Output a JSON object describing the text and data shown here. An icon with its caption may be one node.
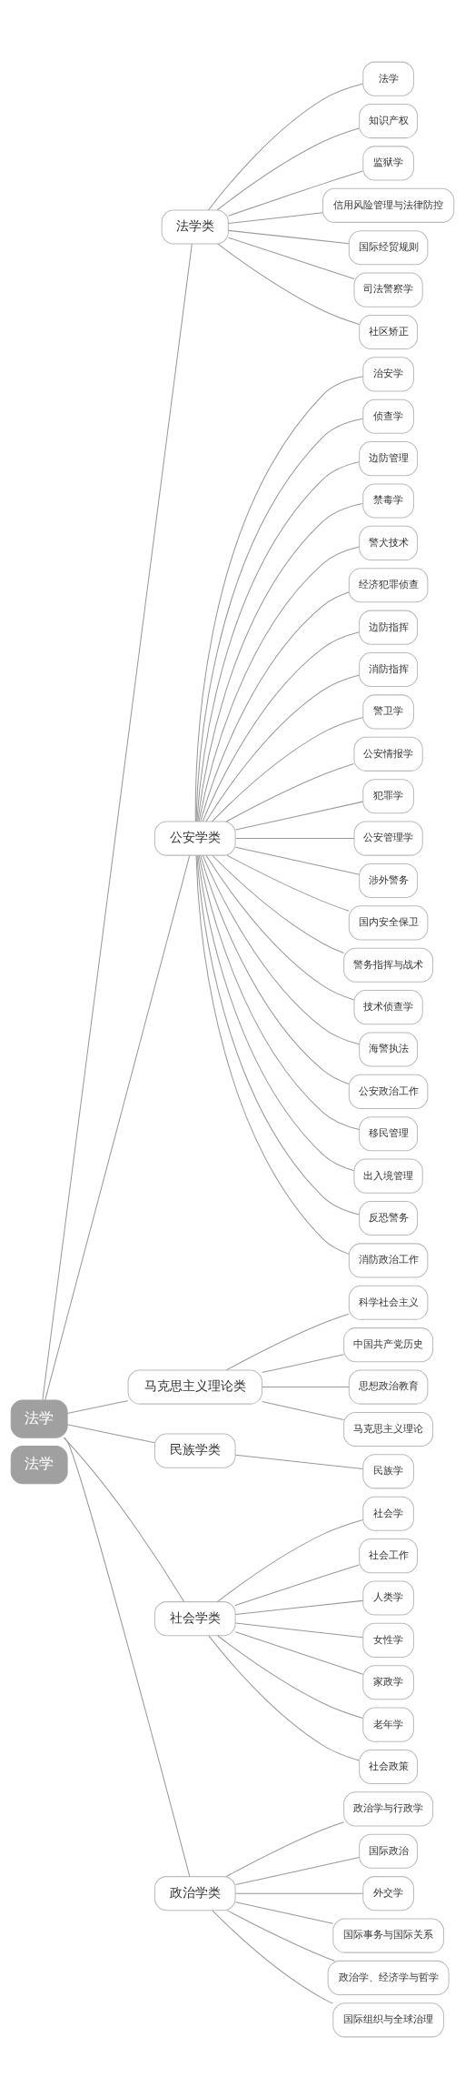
{
  "diagram": {
    "nodes": [
      {
        "text": [
          "法学"
        ]
      },
      {
        "text": [
          "法学"
        ]
      },
      {
        "text": [
          "法学类"
        ]
      },
      {
        "text": [
          "法学"
        ]
      },
      {
        "text": [
          "知识产权"
        ]
      },
      {
        "text": [
          "监狱学"
        ]
      },
      {
        "text": [
          "信用风险管理与法律防控"
        ]
      },
      {
        "text": [
          "国际经贸规则"
        ]
      },
      {
        "text": [
          "司法警察学"
        ]
      },
      {
        "text": [
          "社区矫正"
        ]
      },
      {
        "text": [
          "公安学类"
        ]
      },
      {
        "text": [
          "治安学"
        ]
      },
      {
        "text": [
          "侦查学"
        ]
      },
      {
        "text": [
          "边防管理"
        ]
      },
      {
        "text": [
          "禁毒学"
        ]
      },
      {
        "text": [
          "警犬技术"
        ]
      },
      {
        "text": [
          "经济犯罪侦查"
        ]
      },
      {
        "text": [
          "边防指挥"
        ]
      },
      {
        "text": [
          "消防指挥"
        ]
      },
      {
        "text": [
          "警卫学"
        ]
      },
      {
        "text": [
          "公安情报学"
        ]
      },
      {
        "text": [
          "犯罪学"
        ]
      },
      {
        "text": [
          "公安管理学"
        ]
      },
      {
        "text": [
          "涉外警务"
        ]
      },
      {
        "text": [
          "国内安全保卫"
        ]
      },
      {
        "text": [
          "警务指挥与战术"
        ]
      },
      {
        "text": [
          "技术侦查学"
        ]
      },
      {
        "text": [
          "海警执法"
        ]
      },
      {
        "text": [
          "公安政治工作"
        ]
      },
      {
        "text": [
          "移民管理"
        ]
      },
      {
        "text": [
          "出入境管理"
        ]
      },
      {
        "text": [
          "反恐警务"
        ]
      },
      {
        "text": [
          "消防政治工作"
        ]
      },
      {
        "text": [
          "马克思主义理论类"
        ]
      },
      {
        "text": [
          "科学社会主义"
        ]
      },
      {
        "text": [
          "中国共产党历史"
        ]
      },
      {
        "text": [
          "思想政治教育"
        ]
      },
      {
        "text": [
          "马克思主义理论"
        ]
      },
      {
        "text": [
          "民族学类"
        ]
      },
      {
        "text": [
          "民族学"
        ]
      },
      {
        "text": [
          "社会学类"
        ]
      },
      {
        "text": [
          "社会学"
        ]
      },
      {
        "text": [
          "社会工作"
        ]
      },
      {
        "text": [
          "人类学"
        ]
      },
      {
        "text": [
          "女性学"
        ]
      },
      {
        "text": [
          "家政学"
        ]
      },
      {
        "text": [
          "老年学"
        ]
      },
      {
        "text": [
          "社会政策"
        ]
      },
      {
        "text": [
          "政治学类"
        ]
      },
      {
        "text": [
          "政治学与行政学"
        ]
      },
      {
        "text": [
          "国际政治"
        ]
      },
      {
        "text": [
          "外交学"
        ]
      },
      {
        "text": [
          "国际事务与国际关系"
        ]
      },
      {
        "text": [
          "政治学、经济学与哲学"
        ]
      },
      {
        "text": [
          "国际组织与全球治理"
        ]
      }
    ],
    "edges": [
      {
        "from": 1,
        "to": 2,
        "arrow": "none"
      },
      {
        "from": 2,
        "to": 3,
        "arrow": "none"
      },
      {
        "from": 2,
        "to": 4,
        "arrow": "none"
      },
      {
        "from": 2,
        "to": 5,
        "arrow": "none"
      },
      {
        "from": 2,
        "to": 6,
        "arrow": "none"
      },
      {
        "from": 2,
        "to": 7,
        "arrow": "none"
      },
      {
        "from": 2,
        "to": 8,
        "arrow": "none"
      },
      {
        "from": 2,
        "to": 9,
        "arrow": "none"
      },
      {
        "from": 1,
        "to": 10,
        "arrow": "none"
      },
      {
        "from": 10,
        "to": 11,
        "arrow": "none"
      },
      {
        "from": 10,
        "to": 12,
        "arrow": "none"
      },
      {
        "from": 10,
        "to": 13,
        "arrow": "none"
      },
      {
        "from": 10,
        "to": 14,
        "arrow": "none"
      },
      {
        "from": 10,
        "to": 15,
        "arrow": "none"
      },
      {
        "from": 10,
        "to": 16,
        "arrow": "none"
      },
      {
        "from": 10,
        "to": 17,
        "arrow": "none"
      },
      {
        "from": 10,
        "to": 18,
        "arrow": "none"
      },
      {
        "from": 10,
        "to": 19,
        "arrow": "none"
      },
      {
        "from": 10,
        "to": 20,
        "arrow": "none"
      },
      {
        "from": 10,
        "to": 21,
        "arrow": "none"
      },
      {
        "from": 10,
        "to": 22,
        "arrow": "none"
      },
      {
        "from": 10,
        "to": 23,
        "arrow": "none"
      },
      {
        "from": 10,
        "to": 24,
        "arrow": "none"
      },
      {
        "from": 10,
        "to": 25,
        "arrow": "none"
      },
      {
        "from": 10,
        "to": 26,
        "arrow": "none"
      },
      {
        "from": 10,
        "to": 27,
        "arrow": "none"
      },
      {
        "from": 10,
        "to": 28,
        "arrow": "none"
      },
      {
        "from": 10,
        "to": 29,
        "arrow": "none"
      },
      {
        "from": 10,
        "to": 30,
        "arrow": "none"
      },
      {
        "from": 10,
        "to": 31,
        "arrow": "none"
      },
      {
        "from": 10,
        "to": 32,
        "arrow": "none"
      },
      {
        "from": 1,
        "to": 33,
        "arrow": "none"
      },
      {
        "from": 33,
        "to": 34,
        "arrow": "none"
      },
      {
        "from": 33,
        "to": 35,
        "arrow": "none"
      },
      {
        "from": 33,
        "to": 36,
        "arrow": "none"
      },
      {
        "from": 33,
        "to": 37,
        "arrow": "none"
      },
      {
        "from": 1,
        "to": 38,
        "arrow": "none"
      },
      {
        "from": 38,
        "to": 39,
        "arrow": "none"
      },
      {
        "from": 1,
        "to": 40,
        "arrow": "none"
      },
      {
        "from": 40,
        "to": 41,
        "arrow": "none"
      },
      {
        "from": 40,
        "to": 42,
        "arrow": "none"
      },
      {
        "from": 40,
        "to": 43,
        "arrow": "none"
      },
      {
        "from": 40,
        "to": 44,
        "arrow": "none"
      },
      {
        "from": 40,
        "to": 45,
        "arrow": "none"
      },
      {
        "from": 40,
        "to": 46,
        "arrow": "none"
      },
      {
        "from": 40,
        "to": 47,
        "arrow": "none"
      },
      {
        "from": 1,
        "to": 48,
        "arrow": "none"
      },
      {
        "from": 48,
        "to": 49,
        "arrow": "none"
      },
      {
        "from": 48,
        "to": 50,
        "arrow": "none"
      },
      {
        "from": 48,
        "to": 51,
        "arrow": "none"
      },
      {
        "from": 48,
        "to": 52,
        "arrow": "none"
      },
      {
        "from": 48,
        "to": 53,
        "arrow": "none"
      },
      {
        "from": 48,
        "to": 54,
        "arrow": "none"
      }
    ]
  }
}
